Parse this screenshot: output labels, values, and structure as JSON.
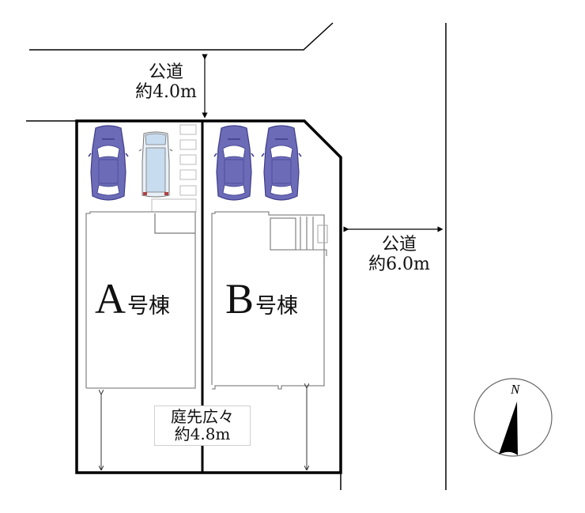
{
  "roads": {
    "north": {
      "name": "公道",
      "width": "約4.0m"
    },
    "east": {
      "name": "公道",
      "width": "約6.0m"
    }
  },
  "buildings": [
    {
      "id": "A",
      "letter": "A",
      "suffix": "号棟",
      "parking_cars": 2
    },
    {
      "id": "B",
      "letter": "B",
      "suffix": "号棟",
      "parking_cars": 2
    }
  ],
  "garden": {
    "title": "庭先広々",
    "depth": "約4.8m"
  },
  "compass": {
    "label": "N"
  },
  "colors": {
    "sedan_fill": "#6b6bb8",
    "sedan_dark": "#3d3d88",
    "van_fill": "#c8dcef",
    "lot_border": "#000000",
    "building_outline": "#8a8a8a"
  }
}
